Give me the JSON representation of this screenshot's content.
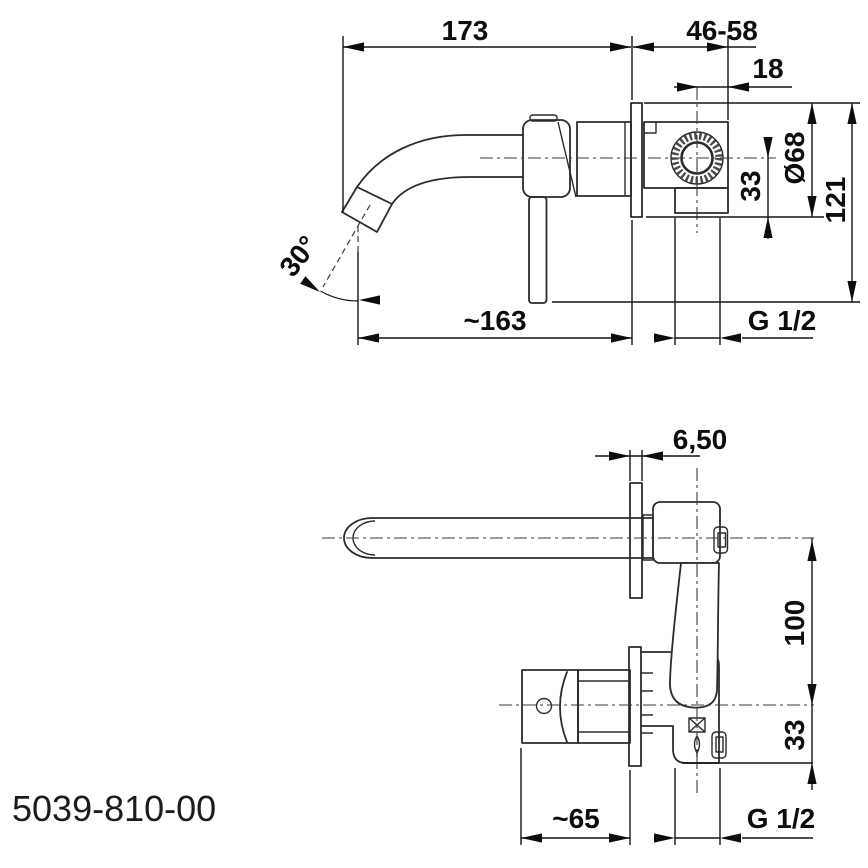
{
  "drawing": {
    "product_code": "5039-810-00",
    "type": "faucet installation dimensional drawing",
    "colors": {
      "background": "#ffffff",
      "object_line": "#2b2b2b",
      "dimension_line": "#141414",
      "text": "#0d0d0d"
    },
    "views": {
      "side_view": {
        "name": "side-elevation",
        "dims": {
          "spout_projection": "173",
          "wall_depth_range": "46-58",
          "port_offset": "18",
          "escutcheon_diameter": "Ø68",
          "axis_drop": "33",
          "overall_height": "121",
          "outlet_reach": "~163",
          "inlet_thread": "G 1/2",
          "spout_angle": "30°"
        }
      },
      "plan_view": {
        "name": "plan-view",
        "dims": {
          "plate_thickness": "6,50",
          "center_distance": "100",
          "inlet_offset": "33",
          "handle_reach": "~65",
          "inlet_thread": "G 1/2"
        }
      }
    }
  }
}
